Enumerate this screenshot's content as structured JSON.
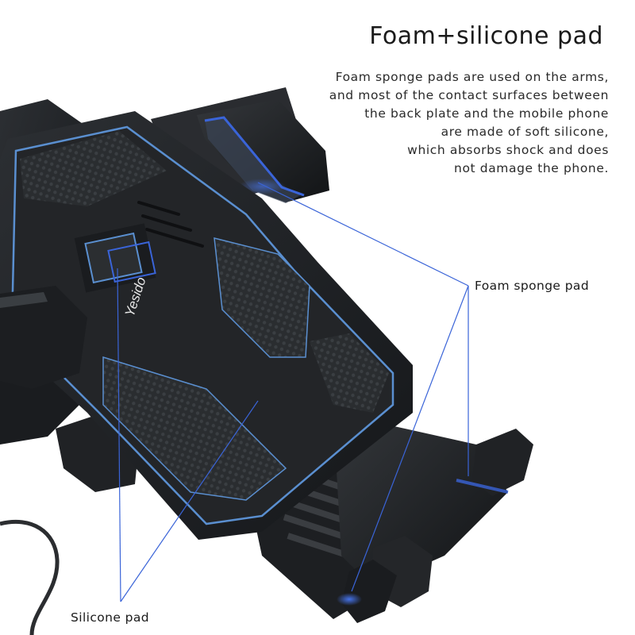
{
  "title": "Foam+silicone pad",
  "description_lines": [
    "Foam sponge pads are used on the arms,",
    "and most of the contact surfaces between",
    "the back plate and the mobile phone",
    "are made of soft silicone,",
    "which absorbs shock and does",
    "not damage the phone."
  ],
  "callouts": {
    "foam": "Foam sponge pad",
    "silicone": "Silicone pad"
  },
  "brand": "Yesido",
  "colors": {
    "highlight_blue": "#3a64d8",
    "body_dark": "#1e2022",
    "texture_dark": "#2b2e31",
    "edge_blue": "#5a8fd0"
  }
}
